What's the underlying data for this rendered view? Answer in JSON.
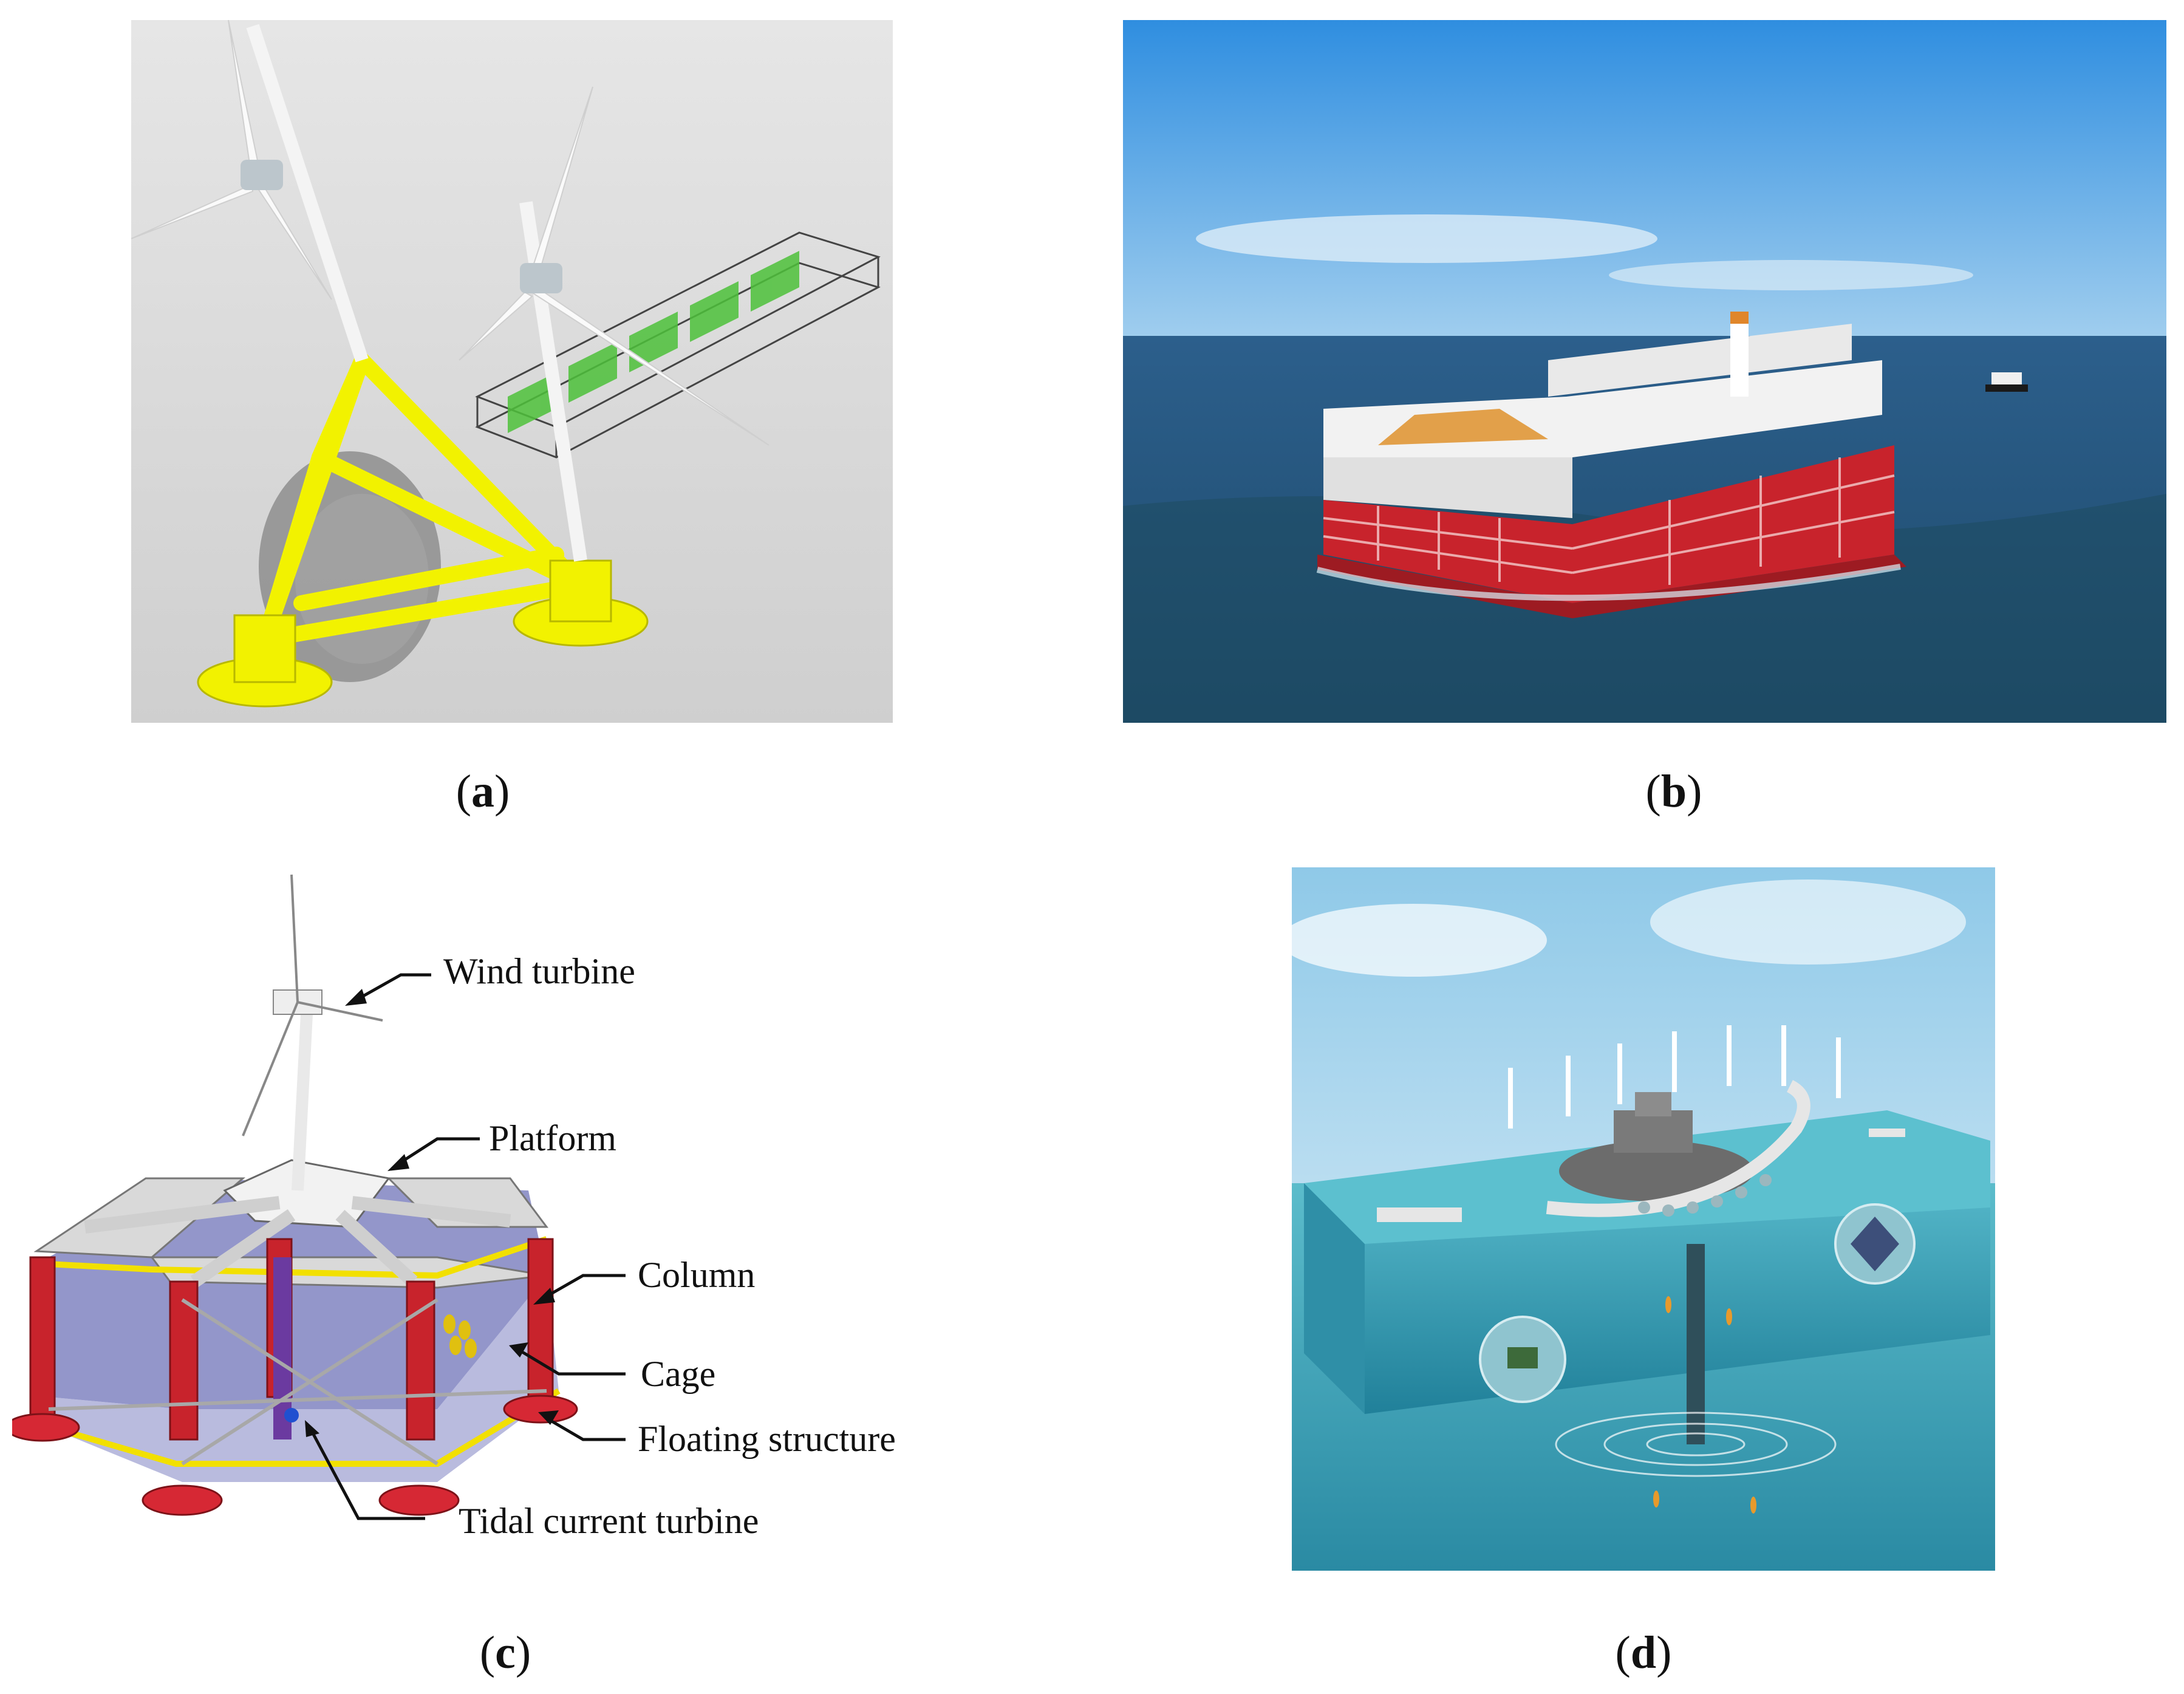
{
  "captions": {
    "a": "a",
    "b": "b",
    "c": "c",
    "d": "d"
  },
  "panel_c_labels": {
    "wind_turbine": "Wind turbine",
    "platform": "Platform",
    "column": "Column",
    "cage": "Cage",
    "floating_structure": "Floating structure",
    "tidal_current_turbine": "Tidal current turbine"
  },
  "colors": {
    "structure_yellow": "#f2f200",
    "net_green": "#4dc13a",
    "cage_red": "#c8232c",
    "sea_blue": "#2f6f9c",
    "sky_blue": "#3c9be0",
    "cage_blue": "#6f73b8"
  }
}
